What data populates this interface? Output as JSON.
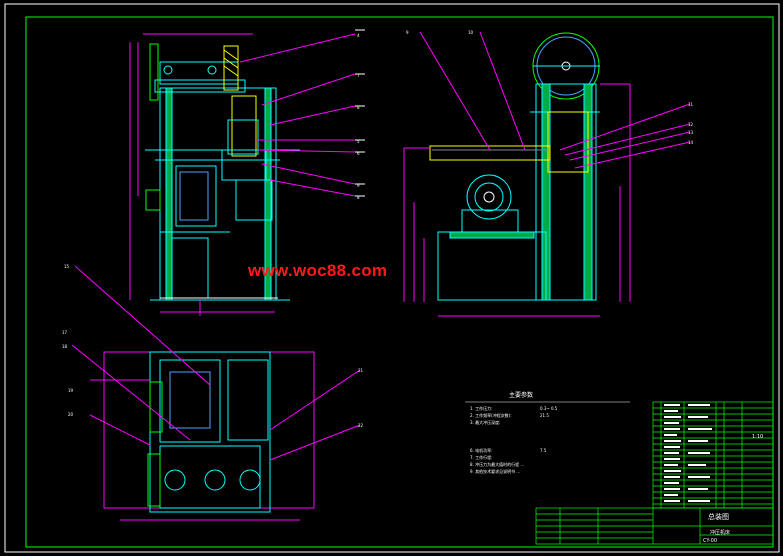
{
  "watermark": "www.woc88.com",
  "notes": {
    "title": "主要参数",
    "lines": [
      "1. 工作压力:",
      "2. 工作频率(冲程次数):",
      "3. 最大冲压深度:",
      "",
      "",
      "",
      "6. 电机功率:",
      "7. 工作行程:",
      "8. 冲压力为最大值时的行程 …",
      "9. 其他技术要求见说明书 …"
    ],
    "values": [
      "0.3~ 0.5",
      "21.5",
      "",
      "",
      "",
      "",
      "7.5",
      "",
      "",
      ""
    ]
  },
  "title_block": {
    "drawing_title": "总装图",
    "subtitle": "冲压机床",
    "scale": "1:10",
    "code": "CY-00"
  },
  "colors": {
    "background": "#000000",
    "frame": "#00ff00",
    "outline": "#00ffff",
    "leader": "#ff00ff",
    "watermark": "#ff1a1a",
    "text": "#ffffff",
    "hatch": "#ffff00",
    "parts": "#4aa3ff"
  }
}
